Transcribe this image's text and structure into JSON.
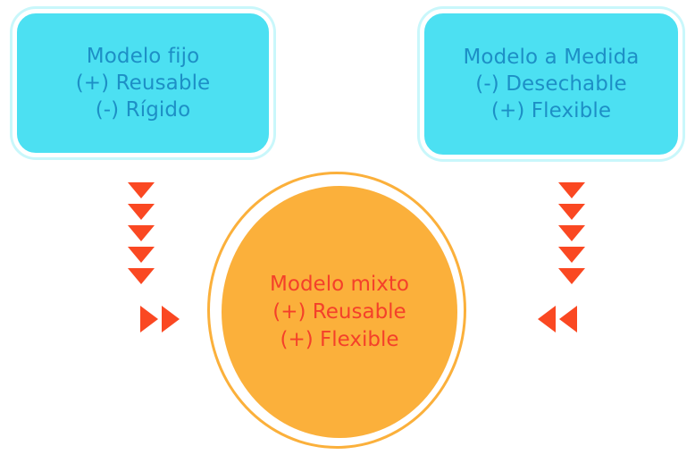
{
  "diagram": {
    "title": "Modelo fijo vs Modelo a Medida vs Modelo mixto",
    "colors": {
      "box_fill": "#4CE0F2",
      "box_text": "#1D8FC6",
      "box_border": "#FFFFFF",
      "box_glow": "#C9F7FB",
      "circle_fill": "#FBB03B",
      "circle_ring": "#FBB03B",
      "circle_text": "#F4402A",
      "arrow": "#FA4822",
      "background": "#FFFFFF"
    }
  },
  "left_box": {
    "name": "Modelo fijo",
    "lines": [
      "Modelo fijo",
      "(+) Reusable",
      "(-) Rígido"
    ],
    "attributes": [
      {
        "sign": "(+)",
        "label": "Reusable"
      },
      {
        "sign": "(-)",
        "label": "Rígido"
      }
    ]
  },
  "right_box": {
    "name": "Modelo a Medida",
    "lines": [
      "Modelo a Medida",
      "(-) Desechable",
      "(+) Flexible"
    ],
    "attributes": [
      {
        "sign": "(-)",
        "label": "Desechable"
      },
      {
        "sign": "(+)",
        "label": "Flexible"
      }
    ]
  },
  "center_circle": {
    "name": "Modelo mixto",
    "lines": [
      "Modelo mixto",
      "(+) Reusable",
      "(+) Flexible"
    ],
    "attributes": [
      {
        "sign": "(+)",
        "label": "Reusable"
      },
      {
        "sign": "(+)",
        "label": "Flexible"
      }
    ]
  },
  "arrows": {
    "left_column": {
      "icon": "triangle-down-icon",
      "count": 5,
      "direction": "down"
    },
    "right_column": {
      "icon": "triangle-down-icon",
      "count": 5,
      "direction": "down"
    },
    "left_horizontal": {
      "icon": "triangle-right-icon",
      "count": 2,
      "direction": "right"
    },
    "right_horizontal": {
      "icon": "triangle-left-icon",
      "count": 2,
      "direction": "left"
    }
  }
}
